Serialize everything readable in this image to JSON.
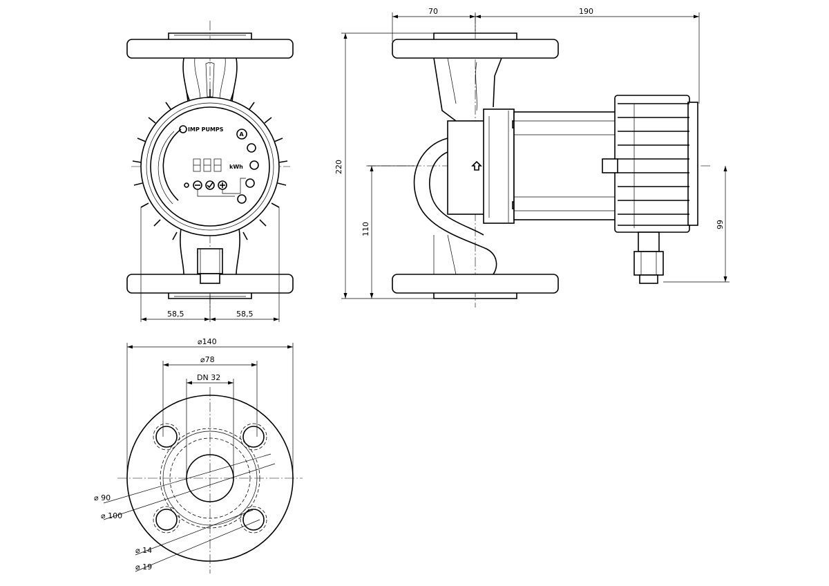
{
  "dimensions": {
    "front_left_half": "58,5",
    "front_right_half": "58,5",
    "side_top_left": "70",
    "side_top_right": "190",
    "side_height_total": "220",
    "side_height_inlet": "110",
    "side_height_right": "99",
    "flange_outer_dia": "⌀140",
    "flange_bolt_dia": "⌀78",
    "flange_bore": "DN 32",
    "bolt_circle_90": "⌀ 90",
    "bolt_circle_100": "⌀ 100",
    "bolt_hole_14": "⌀ 14",
    "bolt_hole_19": "⌀ 19"
  },
  "panel": {
    "brand": "IMP PUMPS",
    "mode_badge": "A",
    "unit": "kWh"
  },
  "colors": {
    "line": "#000000",
    "background": "#ffffff"
  }
}
